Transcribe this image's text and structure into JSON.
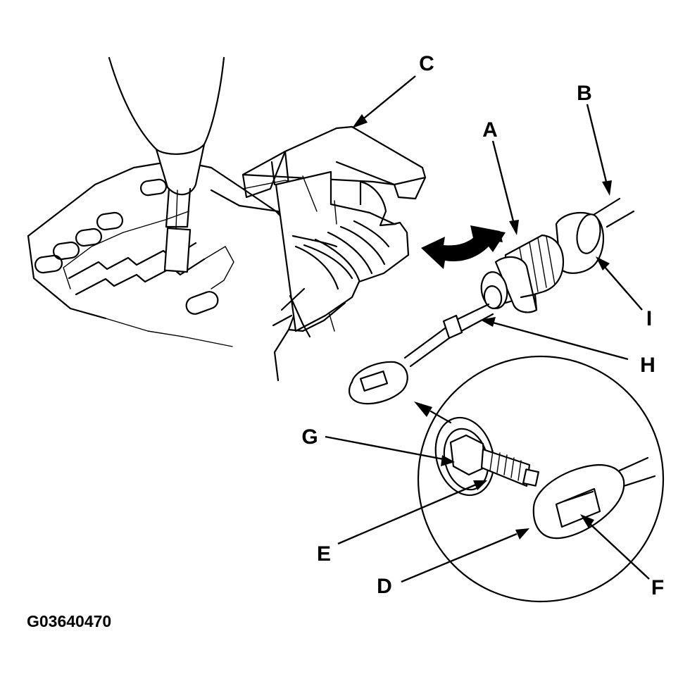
{
  "diagram": {
    "callouts": {
      "A": "A",
      "B": "B",
      "C": "C",
      "D": "D",
      "E": "E",
      "F": "F",
      "G": "G",
      "H": "H",
      "I": "I"
    },
    "figure_code": "G03640470"
  },
  "colors": {
    "ink": "#000000",
    "paper": "#ffffff"
  }
}
